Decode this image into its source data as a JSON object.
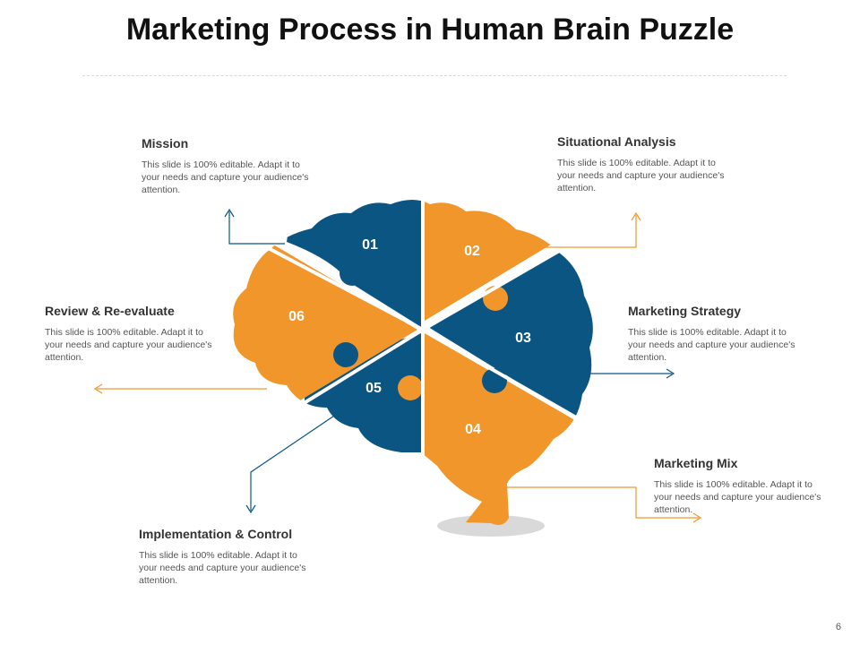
{
  "title": "Marketing Process in Human Brain Puzzle",
  "page_number": "6",
  "colors": {
    "blue": "#0b5583",
    "orange": "#f0962a",
    "shadow": "#d9d9d9"
  },
  "pieces": [
    {
      "number": "01",
      "color": "blue"
    },
    {
      "number": "02",
      "color": "orange"
    },
    {
      "number": "03",
      "color": "blue"
    },
    {
      "number": "04",
      "color": "orange"
    },
    {
      "number": "05",
      "color": "blue"
    },
    {
      "number": "06",
      "color": "orange"
    }
  ],
  "steps": [
    {
      "heading": "Mission",
      "text": "This slide is 100% editable. Adapt it to your needs and capture your audience's attention."
    },
    {
      "heading": "Situational Analysis",
      "text": "This slide is 100% editable. Adapt it to your needs and capture your audience's attention."
    },
    {
      "heading": "Marketing Strategy",
      "text": "This slide is 100% editable. Adapt it to your needs and capture your audience's attention."
    },
    {
      "heading": "Marketing Mix",
      "text": "This slide is 100% editable. Adapt it to your needs and capture your audience's attention."
    },
    {
      "heading": "Implementation & Control",
      "text": "This slide is 100% editable. Adapt it to your needs and capture your audience's attention."
    },
    {
      "heading": "Review & Re-evaluate",
      "text": "This slide is 100% editable. Adapt it to your needs and capture your audience's attention."
    }
  ]
}
